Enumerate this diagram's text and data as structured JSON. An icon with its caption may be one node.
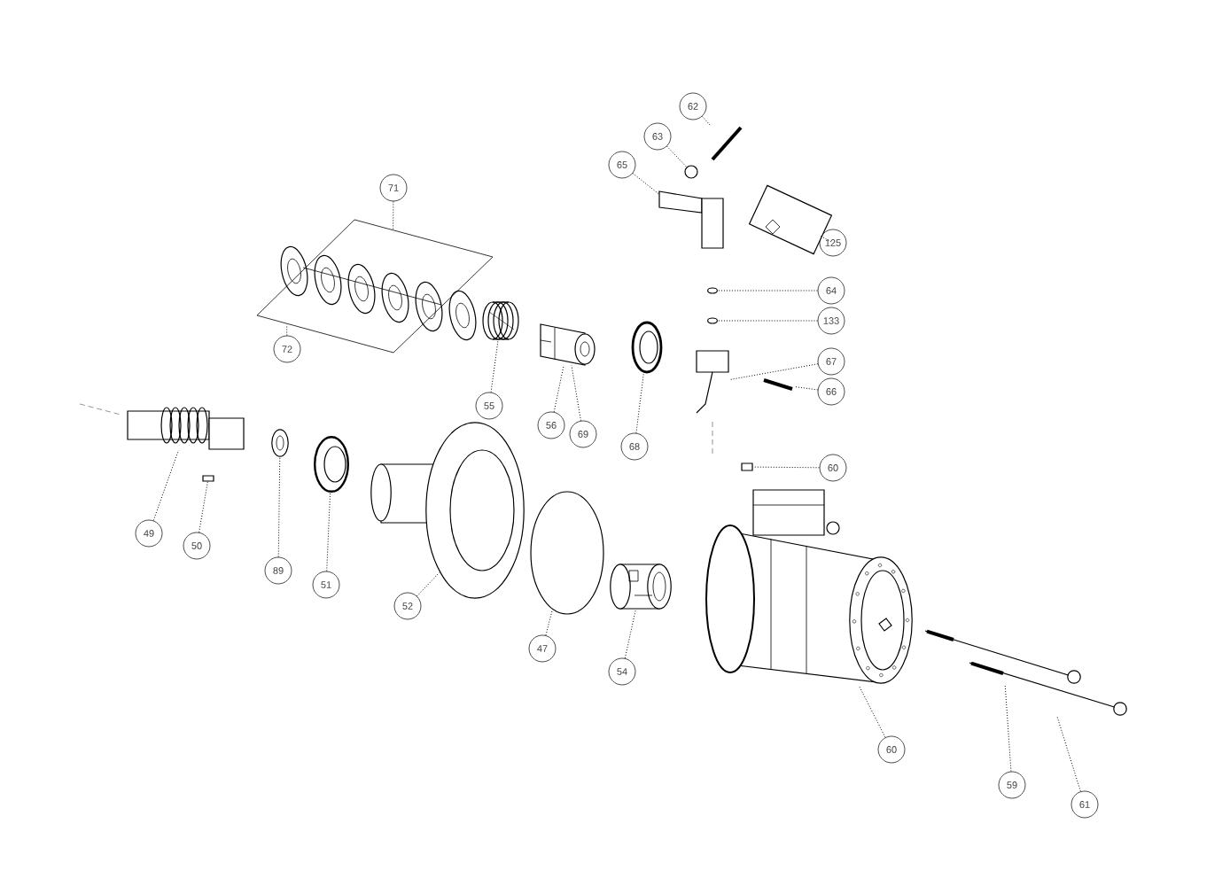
{
  "diagram": {
    "nodes": [
      {
        "text": [
          "62"
        ]
      },
      {
        "text": [
          "63"
        ]
      },
      {
        "text": [
          "65"
        ]
      },
      {
        "text": [
          "71"
        ]
      },
      {
        "text": [
          "125"
        ]
      },
      {
        "text": [
          "64"
        ]
      },
      {
        "text": [
          "133"
        ]
      },
      {
        "text": [
          "72"
        ]
      },
      {
        "text": [
          "67"
        ]
      },
      {
        "text": [
          "66"
        ]
      },
      {
        "text": [
          "55"
        ]
      },
      {
        "text": [
          "56"
        ]
      },
      {
        "text": [
          "69"
        ]
      },
      {
        "text": [
          "68"
        ]
      },
      {
        "text": [
          "60"
        ]
      },
      {
        "text": [
          "49"
        ]
      },
      {
        "text": [
          "50"
        ]
      },
      {
        "text": [
          "89"
        ]
      },
      {
        "text": [
          "51"
        ]
      },
      {
        "text": [
          "52"
        ]
      },
      {
        "text": [
          "47"
        ]
      },
      {
        "text": [
          "54"
        ]
      },
      {
        "text": [
          "60"
        ]
      },
      {
        "text": [
          "59"
        ]
      },
      {
        "text": [
          "61"
        ]
      },
      {
        "text": [],
        "shape": "picture"
      },
      {
        "text": [],
        "shape": "circle"
      },
      {
        "text": [],
        "shape": "picture"
      },
      {
        "text": [],
        "shape": "picture"
      },
      {
        "text": [],
        "shape": "picture"
      },
      {
        "text": [],
        "shape": "picture"
      },
      {
        "text": [],
        "shape": "picture"
      },
      {
        "text": [],
        "shape": "picture"
      },
      {
        "text": [],
        "shape": "picture"
      },
      {
        "text": [],
        "shape": "picture"
      },
      {
        "text": [],
        "shape": "picture"
      },
      {
        "text": [],
        "shape": "picture"
      },
      {
        "text": [],
        "shape": "box"
      },
      {
        "text": [],
        "shape": "picture"
      },
      {
        "text": [],
        "shape": "box"
      },
      {
        "text": [],
        "shape": "picture"
      },
      {
        "text": [],
        "shape": "picture"
      },
      {
        "text": [],
        "shape": "picture"
      },
      {
        "text": [],
        "shape": "circle"
      },
      {
        "text": [],
        "shape": "picture"
      },
      {
        "text": [],
        "shape": "picture"
      },
      {
        "text": [],
        "shape": "picture"
      },
      {
        "text": [],
        "shape": "picture"
      }
    ],
    "edges": [
      {
        "from": 0,
        "to": 25,
        "arrow": "none"
      },
      {
        "from": 1,
        "to": 26,
        "arrow": "none"
      },
      {
        "from": 2,
        "to": 27,
        "arrow": "none"
      },
      {
        "from": 3,
        "to": 33,
        "arrow": "none"
      },
      {
        "from": 4,
        "to": 28,
        "arrow": "none"
      },
      {
        "from": 5,
        "to": 29,
        "arrow": "none"
      },
      {
        "from": 6,
        "to": 30,
        "arrow": "none"
      },
      {
        "from": 7,
        "to": 33,
        "arrow": "none"
      },
      {
        "from": 8,
        "to": 31,
        "arrow": "none"
      },
      {
        "from": 9,
        "to": 32,
        "arrow": "none"
      },
      {
        "from": 10,
        "to": 34,
        "arrow": "none"
      },
      {
        "from": 11,
        "to": 35,
        "arrow": "none"
      },
      {
        "from": 12,
        "to": 35,
        "arrow": "none"
      },
      {
        "from": 13,
        "to": 36,
        "arrow": "none"
      },
      {
        "from": 14,
        "to": 37,
        "arrow": "none"
      },
      {
        "from": 15,
        "to": 38,
        "arrow": "none"
      },
      {
        "from": 16,
        "to": 39,
        "arrow": "none"
      },
      {
        "from": 17,
        "to": 40,
        "arrow": "none"
      },
      {
        "from": 18,
        "to": 41,
        "arrow": "none"
      },
      {
        "from": 19,
        "to": 42,
        "arrow": "none"
      },
      {
        "from": 20,
        "to": 43,
        "arrow": "none"
      },
      {
        "from": 21,
        "to": 44,
        "arrow": "none"
      },
      {
        "from": 22,
        "to": 45,
        "arrow": "none"
      },
      {
        "from": 23,
        "to": 46,
        "arrow": "none"
      },
      {
        "from": 24,
        "to": 47,
        "arrow": "none"
      }
    ]
  }
}
